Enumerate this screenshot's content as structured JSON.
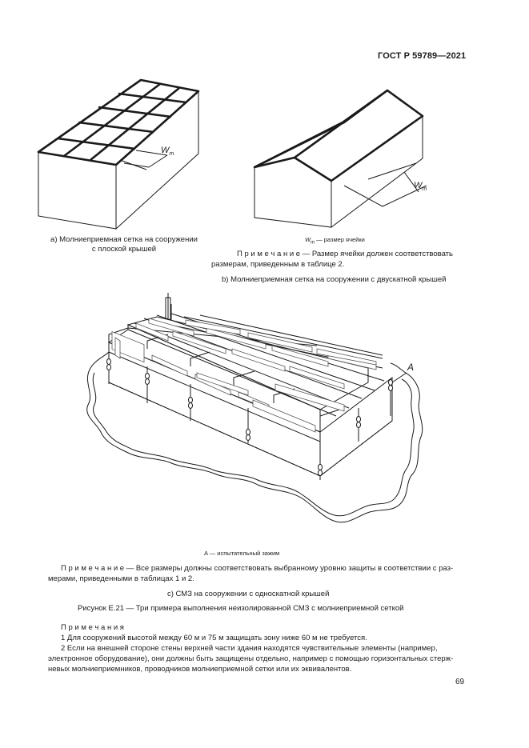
{
  "header": {
    "standard": "ГОСТ Р 59789—2021"
  },
  "figure_a": {
    "caption_line1": "a) Молниеприемная сетка на сооружении",
    "caption_line2": "с плоской крышей",
    "label": "W",
    "label_sub": "m"
  },
  "figure_b": {
    "label": "W",
    "label_sub": "m",
    "legend_symbol": "W",
    "legend_sub": "m",
    "legend_text": " — размер ячейки",
    "note_word": "П р и м е ч а н и е",
    "note_rest": " — Размер ячейки должен соответствовать",
    "note_line2": "размерам, приведенным в таблице 2.",
    "caption": "b) Молниеприемная сетка на сооружении с двускатной крышей"
  },
  "figure_c": {
    "callout_label": "A",
    "legend": "A — испытательный зажим",
    "note_word": "П р и м е ч а н и е",
    "note_rest": " — Все размеры должны соответствовать выбранному уровню защиты в соответствии с раз-",
    "note_line2": "мерами, приведенными в таблицах 1 и 2.",
    "caption": "c) СМЗ на сооружении с односкатной крышей"
  },
  "figure_title": "Рисунок Е.21 — Три примера выполнения неизолированной СМЗ с молниеприемной сеткой",
  "notes": {
    "heading": "П р и м е ч а н и я",
    "item1": "1 Для сооружений высотой между 60 м и 75 м защищать зону ниже 60 м не требуется.",
    "item2_line1": "2 Если на внешней стороне стены верхней части здания находятся чувствительные элементы (например,",
    "item2_line2": "электронное оборудование), они должны быть защищены отдельно, например с помощью горизонтальных стерж-",
    "item2_line3": "невых молниеприемников, проводников молниеприемной сетки или их эквивалентов."
  },
  "page_number": "69"
}
